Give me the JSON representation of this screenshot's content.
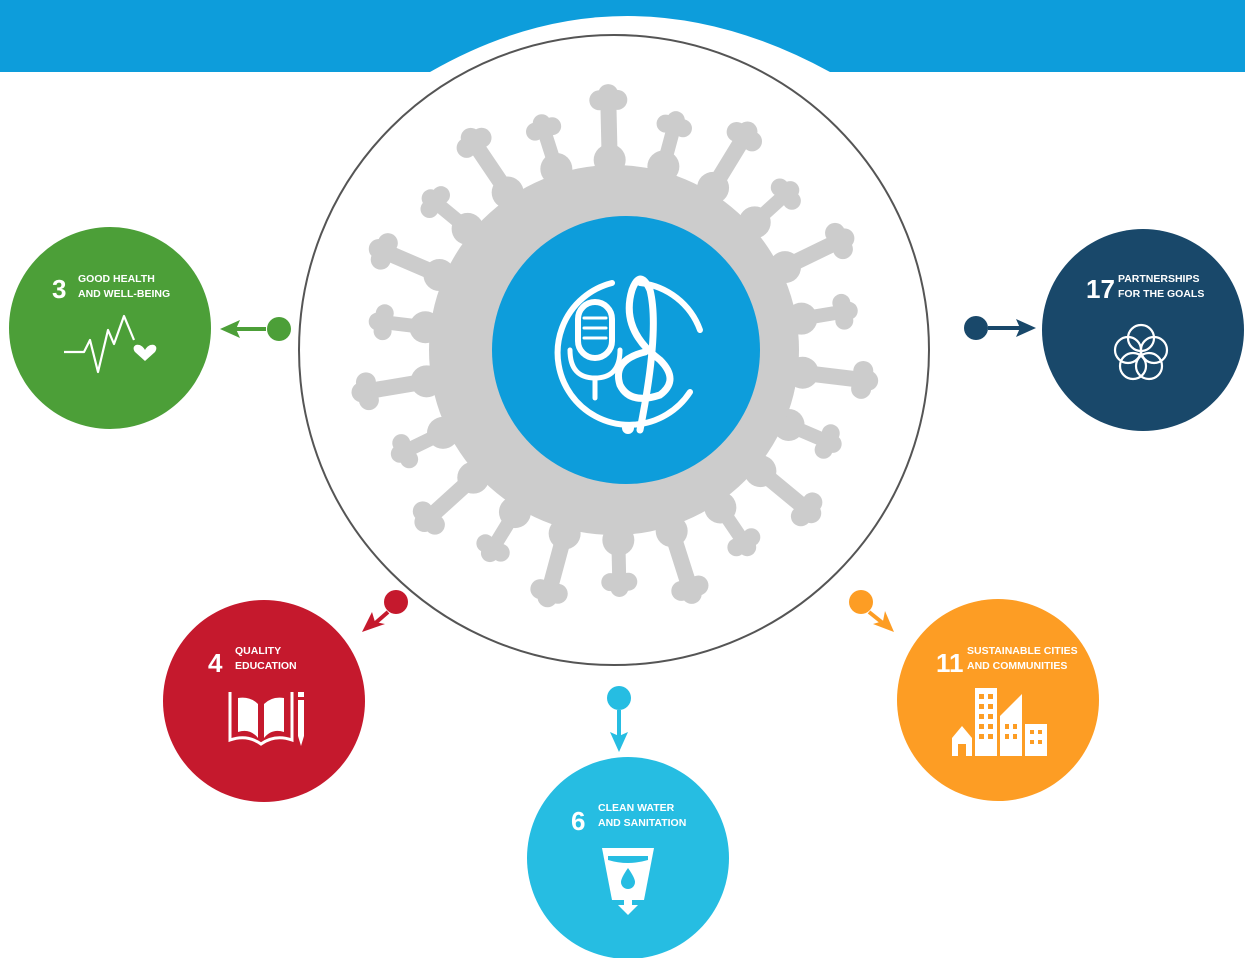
{
  "colors": {
    "banner": "#0d9ddb",
    "center": "#0d9ddb",
    "virus": "#cccccc",
    "outline": "#555555"
  },
  "center_icon": "microphone-treble-clef-icon",
  "goals": [
    {
      "id": "goal-3",
      "number": "3",
      "line1": "GOOD HEALTH",
      "line2": "AND WELL-BEING",
      "color": "#4c9f38",
      "icon": "heartbeat-icon"
    },
    {
      "id": "goal-4",
      "number": "4",
      "line1": "QUALITY",
      "line2": "EDUCATION",
      "color": "#c5192d",
      "icon": "book-pencil-icon"
    },
    {
      "id": "goal-6",
      "number": "6",
      "line1": "CLEAN WATER",
      "line2": "AND SANITATION",
      "color": "#26bde2",
      "icon": "water-glass-icon"
    },
    {
      "id": "goal-11",
      "number": "11",
      "line1": "SUSTAINABLE CITIES",
      "line2": "AND COMMUNITIES",
      "color": "#fd9d24",
      "icon": "city-buildings-icon"
    },
    {
      "id": "goal-17",
      "number": "17",
      "line1": "PARTNERSHIPS",
      "line2": "FOR THE GOALS",
      "color": "#19486a",
      "icon": "interlocking-rings-icon"
    }
  ]
}
